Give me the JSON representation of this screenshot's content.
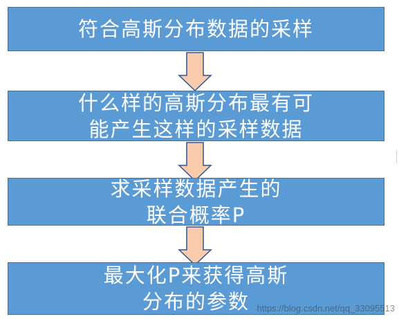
{
  "steps": [
    {
      "lines": [
        "符合高斯分布数据的采样"
      ]
    },
    {
      "lines": [
        "什么样的高斯分布最有可",
        "能产生这样的采样数据"
      ]
    },
    {
      "lines": [
        "求采样数据产生的",
        "联合概率P"
      ]
    },
    {
      "lines": [
        "最大化P来获得高斯",
        "分布的参数"
      ]
    }
  ],
  "watermark": "https://blog.csdn.net/qq_33095513",
  "colors": {
    "box_fill": "#5b9bd5",
    "box_border": "#41719c",
    "box_text": "#ffffff",
    "arrow_fill": "#f8cbad",
    "arrow_border": "#2f5597"
  }
}
